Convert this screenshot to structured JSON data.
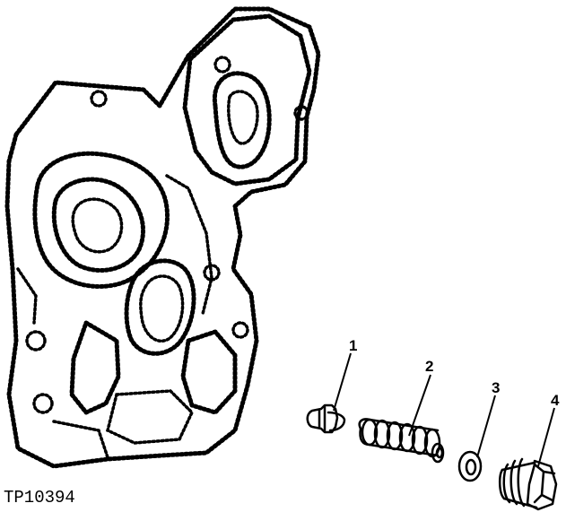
{
  "figure": {
    "id_label": "TP10394"
  },
  "callouts": [
    {
      "number": "1",
      "part_icon": "valve-poppet-icon"
    },
    {
      "number": "2",
      "part_icon": "spring-icon"
    },
    {
      "number": "3",
      "part_icon": "washer-icon"
    },
    {
      "number": "4",
      "part_icon": "plug-icon"
    }
  ],
  "colors": {
    "ink": "#000000",
    "paper": "#ffffff"
  }
}
